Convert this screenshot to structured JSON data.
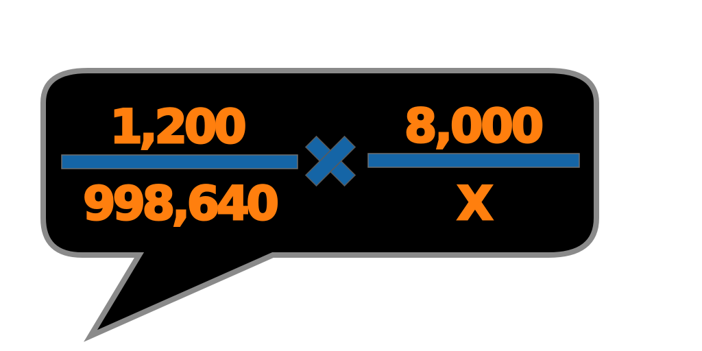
{
  "colors": {
    "number": "#ff7f0e",
    "bar": "#1565a6",
    "bubble_fill": "#000000",
    "bubble_border": "#8a8a8a",
    "background": "#ffffff"
  },
  "left_fraction": {
    "numerator": "1,200",
    "denominator": "998,640"
  },
  "operator": {
    "icon": "times-icon"
  },
  "right_fraction": {
    "numerator": "8,000",
    "denominator": "X"
  }
}
